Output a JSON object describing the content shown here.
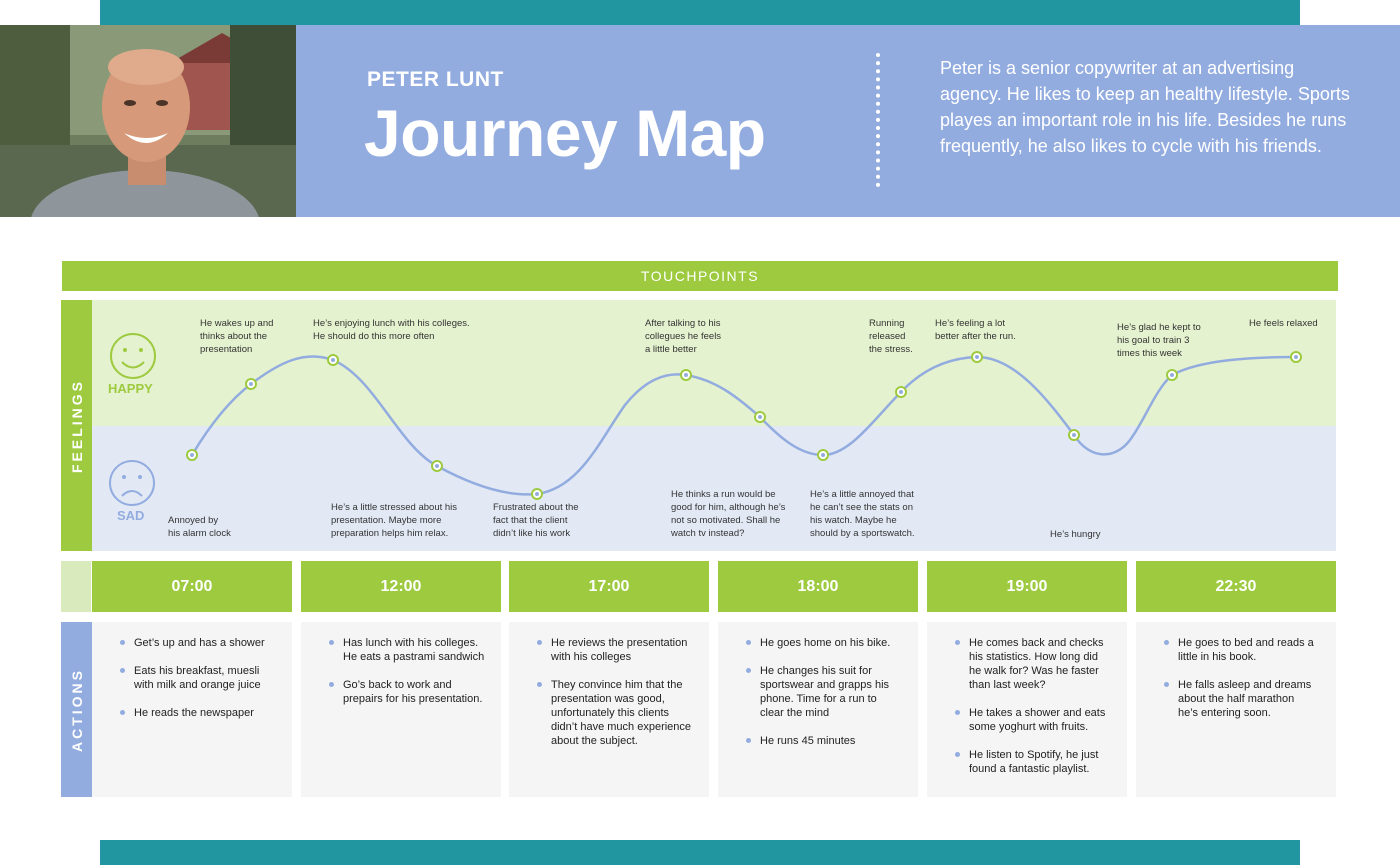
{
  "header": {
    "name": "PETER LUNT",
    "title": "Journey Map",
    "bio": "Peter is a senior copywriter at an advertising agency. He likes to keep an healthy lifestyle. Sports playes an important role in his life. Besides he runs frequently, he also likes to cycle with his friends."
  },
  "touchpoints_label": "TOUCHPOINTS",
  "feelings": {
    "side_label": "FEELINGS",
    "happy_label": "HAPPY",
    "sad_label": "SAD",
    "notes": [
      "Annoyed by\nhis alarm clock",
      "He wakes up and\nthinks about the\npresentation",
      "He’s enjoying lunch with his colleges.\nHe should do this more often",
      "He’s a little stressed about his\npresentation. Maybe more\npreparation helps him relax.",
      "Frustrated about the\nfact that the client\ndidn’t like his work",
      "After talking to his\ncollegues he feels\na little better",
      "He thinks a run would be\ngood for him, although he’s\nnot so motivated. Shall he\nwatch tv instead?",
      "He’s a little annoyed that\nhe can’t see the stats on\nhis watch. Maybe he\nshould by a sportswatch.",
      "Running\nreleased\nthe stress.",
      "He’s feeling a lot\nbetter after the run.",
      "He’s hungry",
      "He’s glad he kept to\nhis goal to train 3\ntimes this week",
      "He feels relaxed"
    ]
  },
  "times": [
    "07:00",
    "12:00",
    "17:00",
    "18:00",
    "19:00",
    "22:30"
  ],
  "actions": {
    "side_label": "ACTIONS",
    "columns": [
      [
        "Get’s up and has a shower",
        "Eats his breakfast, muesli\nwith milk and orange juice",
        "He reads the newspaper"
      ],
      [
        "Has lunch with his colleges.\nHe eats a pastrami sandwich",
        "Go’s back to work and\nprepairs for his presentation."
      ],
      [
        "He reviews the presentation\nwith his colleges",
        "They convince him that the\npresentation was good,\nunfortunately this clients\ndidn’t have much experience\nabout the subject."
      ],
      [
        "He goes home on his bike.",
        "He changes his suit for\nsportswear and grapps his\nphone. Time for a run to\nclear the mind",
        "He runs 45 minutes"
      ],
      [
        "He comes back and checks\nhis statistics. How long did\nhe walk for? Was he faster\nthan last week?",
        "He takes a shower and eats\nsome yoghurt with fruits.",
        "He listen to Spotify, he just\nfound a fantastic playlist."
      ],
      [
        "He goes to bed and reads a\nlittle in his book.",
        "He falls asleep and dreams\nabout the half marathon\nhe’s entering soon."
      ]
    ]
  },
  "colors": {
    "teal": "#2196a0",
    "blue": "#93ace0",
    "green": "#9dca3f",
    "happy_bg": "#e5f2cf",
    "sad_bg": "#e2e9f5"
  }
}
